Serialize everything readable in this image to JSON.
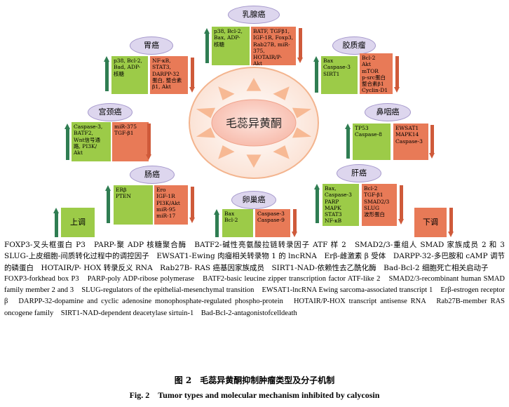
{
  "center": {
    "label": "毛蕊异黄酮"
  },
  "tumors": [
    {
      "id": "breast",
      "label": "乳腺癌",
      "up": "p38, Bcl-2,\nBax, ADP-\n核糖",
      "down": "BATF, TGFβ1,\nIGF-1R, Foxp3,\nRab27B, miR-\n375, HOTAIR/P-\nAkt"
    },
    {
      "id": "gastric",
      "label": "胃癌",
      "up": "p38, Bcl-2,\nBad, ADP-\n核糖",
      "down": "NF-κB, STAT3,\nDARPP-32\n蛋白, 整合素\nβ1, Akt"
    },
    {
      "id": "glioma",
      "label": "胶质瘤",
      "up": "Bax\nCaspase-3\nSIRT1",
      "down": "Bcl-2\nAkt\nmTOR\np-src蛋白\n整合素β1\nCyclin-D1"
    },
    {
      "id": "cervical",
      "label": "宫颈癌",
      "up": "Caspase-3,\nBATF2,\nWnt信号通\n路, PI3K/\nAkt",
      "down": "miR-375\nTGF-β1"
    },
    {
      "id": "nasopharyngeal",
      "label": "鼻咽癌",
      "up": "TP53\nCaspase-8",
      "down": "EWSAT1\nMAPK14\nCaspase-3"
    },
    {
      "id": "colorectal",
      "label": "肠癌",
      "up": "ERβ\nPTEN",
      "down": "Ero\nIGF-1R\nPI3K/Akt\nmiR-95\nmiR-17"
    },
    {
      "id": "liver",
      "label": "肝癌",
      "up": "Bax,\nCaspase-3\nPARP\nMAPK\nSTAT3\nNF-κB",
      "down": "Bcl-2\nTGF-β1\nSMAD2/3\nSLUG\n波形蛋白"
    },
    {
      "id": "ovarian",
      "label": "卵巢癌",
      "up": "Bax\nBcl-2",
      "down": "Caspase-3\nCaspase-9"
    }
  ],
  "legend_boxes": {
    "up": "上调",
    "down": "下调"
  },
  "colors": {
    "up_box": "#9ccb48",
    "down_box": "#e87a57",
    "up_arrow": "#2f7d52",
    "down_arrow": "#cf5a3a",
    "label_fill": "#ddd6ee",
    "ring": "#f3b48e",
    "center_fill": "#fbd3c9"
  },
  "abbrev_zh": "FOXP3-叉头框蛋白 P3　PARP-聚 ADP 核糖聚合酶　BATF2-碱性亮氨酸拉链转录因子 ATF 样 2　SMAD2/3-重组人 SMAD 家族成员 2 和 3　SLUG-上皮细胞-间质转化过程中的调控因子　EWSAT1-Ewing 肉瘤相关转录物 1 的 lncRNA　Erβ-雌激素 β 受体　DARPP-32-多巴胺和 cAMP 调节的磷蛋白　HOTAIR/P- HOX 转录反义 RNA　Rab27B- RAS 癌基因家族成员　SIRT1-NAD-依赖性去乙酰化酶　Bad-Bcl-2 细胞死亡相关启动子",
  "abbrev_en": "FOXP3-forkhead box P3　PARP-poly ADP-ribose polymerase　BATF2-basic leucine zipper transcription factor ATF-like 2　SMAD2/3-recombinant human SMAD family member 2 and 3　SLUG-regulators of the epithelial-mesenchymal transition　EWSAT1-lncRNA Ewing sarcoma-associated transcript 1　Erβ-estrogen receptor β　DARPP-32-dopamine and cyclic adenosine monophosphate-regulated phospho-protein　HOTAIR/P-HOX transcript antisense RNA　Rab27B-member RAS oncogene family　SIRT1-NAD-dependent deacetylase sirtuin-1　Bad-Bcl-2-antagonistofcelldeath",
  "figure_title_zh": "图 2　毛蕊异黄酮抑制肿瘤类型及分子机制",
  "figure_title_en": "Fig. 2　Tumor types and molecular mechanism inhibited by calycosin"
}
